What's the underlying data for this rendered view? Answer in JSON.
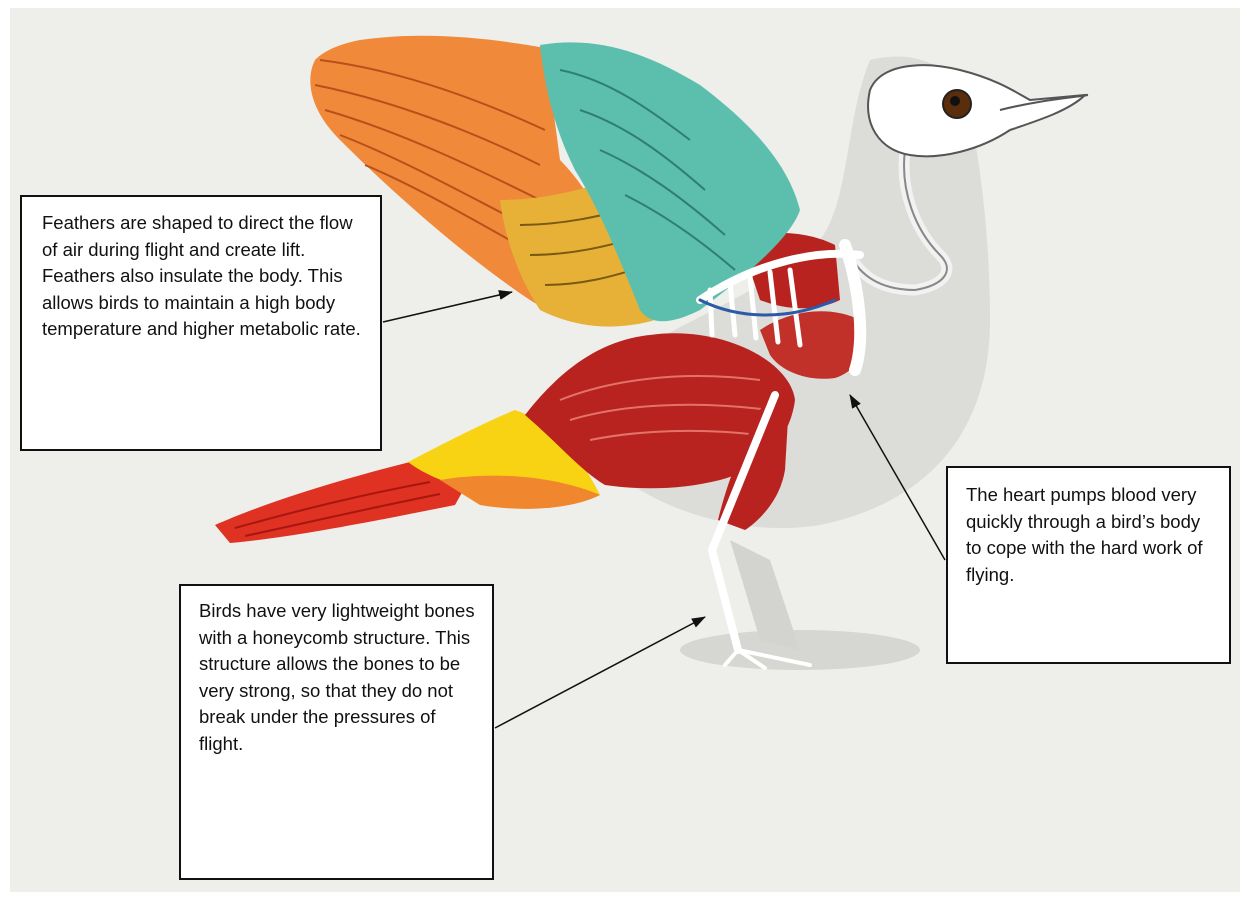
{
  "callouts": {
    "feathers": "Feathers are shaped to direct the flow of air during flight and create lift. Feathers also insulate the body. This allows birds to maintain a high body temperature and higher metabolic rate.",
    "heart": "The heart pumps blood very quickly through a bird’s body to cope with the hard work of flying.",
    "bones": "Birds have very lightweight bones with a honeycomb structure. This structure allows the bones to be very strong, so that they do not break under the pressures of flight."
  },
  "colors": {
    "background": "#eeeeeb",
    "wing_orange": "#f08a3a",
    "wing_gold": "#e6b136",
    "wing_teal": "#5cbfae",
    "muscle_red": "#b8231f",
    "tail_red": "#df3222",
    "tail_yellow": "#f7d314",
    "skeleton": "#ffffff",
    "silhouette": "#dcdcd8"
  }
}
